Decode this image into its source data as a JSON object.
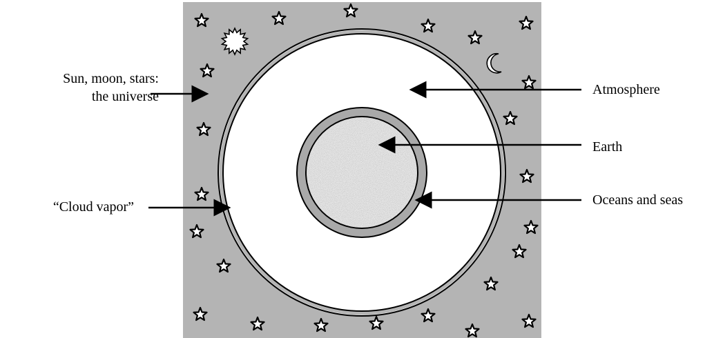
{
  "colors": {
    "universe": "#b4b4b4",
    "atmosphere": "#ffffff",
    "cloud_vapor": "#b4b4b4",
    "oceans": "#a9a9a9",
    "earth": "#e6e6e6",
    "outline": "#000000"
  },
  "labels": {
    "universe": [
      "Sun, moon, stars:",
      "the universe"
    ],
    "atmosphere": "Atmosphere",
    "earth": "Earth",
    "cloud_vapor": "“Cloud vapor”",
    "oceans": "Oceans and seas"
  },
  "icons": [
    "sun-icon",
    "moon-icon",
    "star-icon"
  ]
}
